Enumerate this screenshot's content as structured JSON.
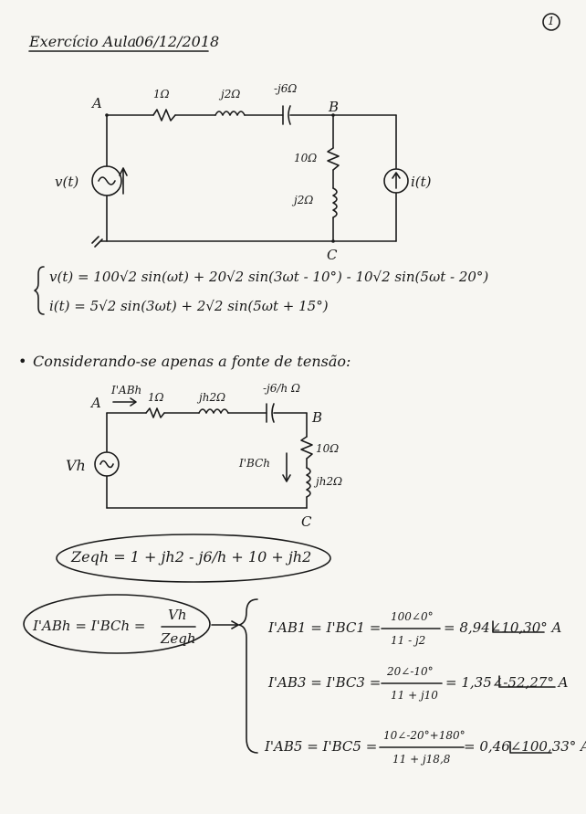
{
  "header": {
    "title": "Exercício Aula",
    "date": "06/12/2018",
    "page_number": "1"
  },
  "circuit1": {
    "node_a": "A",
    "node_b": "B",
    "node_c": "C",
    "r_series": "1Ω",
    "l_series": "j2Ω",
    "c_series": "-j6Ω",
    "r_branch": "10Ω",
    "l_branch": "j2Ω",
    "v_source": "v(t)",
    "i_source": "i(t)"
  },
  "equations": {
    "v": "v(t) = 100√2 sin(ωt) + 20√2 sin(3ωt - 10°) - 10√2 sin(5ωt - 20°)",
    "i": "i(t) = 5√2 sin(3ωt) + 2√2 sin(5ωt + 15°)"
  },
  "section": {
    "bullet": "•",
    "heading": "Considerando-se apenas a fonte de tensão:"
  },
  "circuit2": {
    "node_a": "A",
    "node_b": "B",
    "node_c": "C",
    "current_ab": "I'ABh",
    "r_series": "1Ω",
    "l_series": "jh2Ω",
    "c_series": "-j6/h Ω",
    "r_branch": "10Ω",
    "l_branch": "jh2Ω",
    "current_bc": "I'BCh",
    "source": "Vh"
  },
  "zeq": "Zeqh = 1 + jh2 - j6/h + 10 + jh2",
  "current_def": {
    "lhs": "I'ABh = I'BCh =",
    "num": "Vh",
    "den": "Zeqh"
  },
  "results": [
    {
      "lhs": "I'AB1 = I'BC1 =",
      "num": "100∠0°",
      "den": "11 - j2",
      "value": "= 8,94∠10,30° A"
    },
    {
      "lhs": "I'AB3 = I'BC3 =",
      "num": "20∠-10°",
      "den": "11 + j10",
      "value": "= 1,35∠-52,27° A"
    },
    {
      "lhs": "I'AB5 = I'BC5 =",
      "num": "10∠-20°+180°",
      "den": "11 + j18,8",
      "value": "= 0,46∠100,33° A"
    }
  ]
}
